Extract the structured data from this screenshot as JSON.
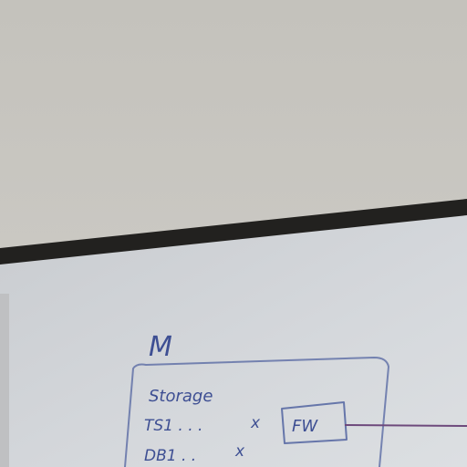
{
  "scene": {
    "wall_color": "#c9c7c1",
    "board_color": "#d3d6da",
    "board_frame_color": "#22211f",
    "marker_color": "#3e4f93",
    "pink_line_color": "#6e4a7c"
  },
  "whiteboard": {
    "heading": "M",
    "box_title": "Storage",
    "rows": [
      {
        "label": "TS1 . . .",
        "mark": "x"
      },
      {
        "label": "DB1 . .",
        "mark": "x"
      }
    ],
    "inner_box_label": "FW"
  }
}
